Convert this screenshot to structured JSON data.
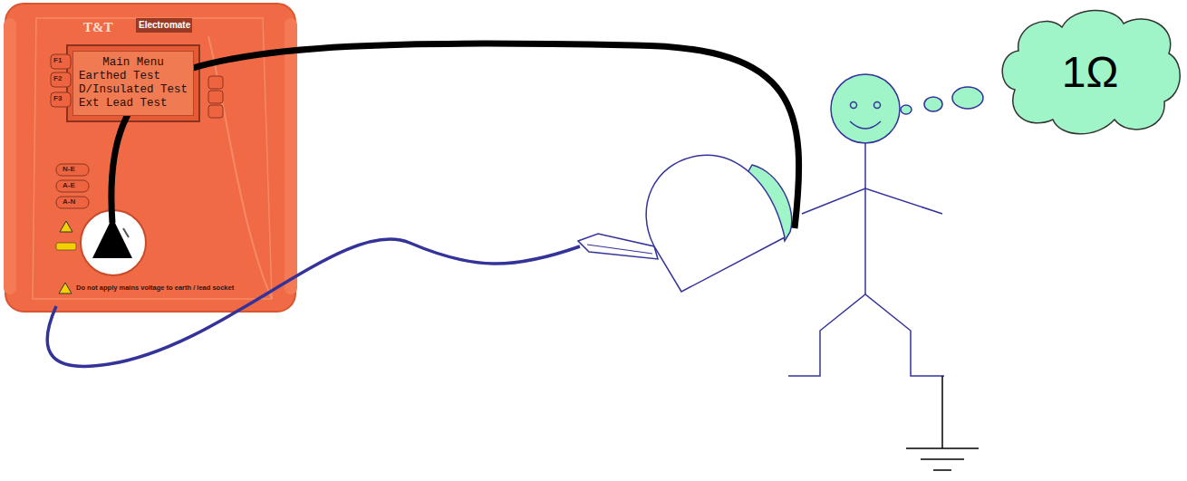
{
  "diagram": {
    "nodes": [
      {
        "text": [
          "Main Menu",
          "Earthed Test",
          "D/Insulated Test",
          "Ext Lead Test"
        ]
      },
      {
        "text": [
          "1Ω"
        ]
      }
    ],
    "labels": [
      "T&T",
      "Electromate",
      "F1",
      "F2",
      "F3",
      "N-E",
      "A-E",
      "A-N",
      "Do not apply mains voltage to earth / lead socket"
    ]
  }
}
